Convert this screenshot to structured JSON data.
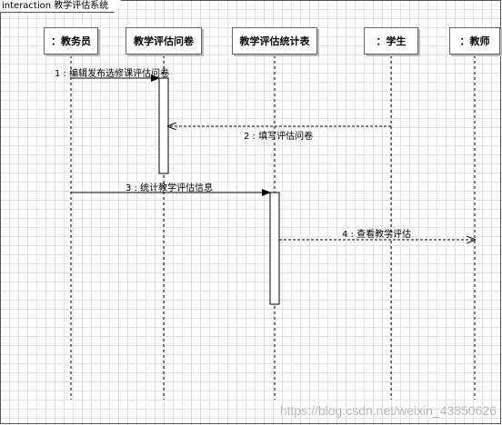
{
  "frame": {
    "title": "interaction 教学评估系统"
  },
  "lifelines": [
    {
      "label": "：教务员"
    },
    {
      "label": "教学评估问卷"
    },
    {
      "label": "教学评估统计表"
    },
    {
      "label": "：学生"
    },
    {
      "label": "：教师"
    }
  ],
  "messages": [
    {
      "label": "1 : 编辑发布选修课评估问卷",
      "kind": "synchronous"
    },
    {
      "label": "2 : 填写评估问卷",
      "kind": "asynchronous"
    },
    {
      "label": "3 : 统计教学评估信息",
      "kind": "synchronous"
    },
    {
      "label": "4 : 查看教学评估",
      "kind": "asynchronous"
    }
  ],
  "watermark": "https://blog.csdn.net/weixin_43850626",
  "colors": {
    "line": "#000000",
    "grid": "#e4e4e4",
    "box_shadow": "#b8b8b8"
  }
}
